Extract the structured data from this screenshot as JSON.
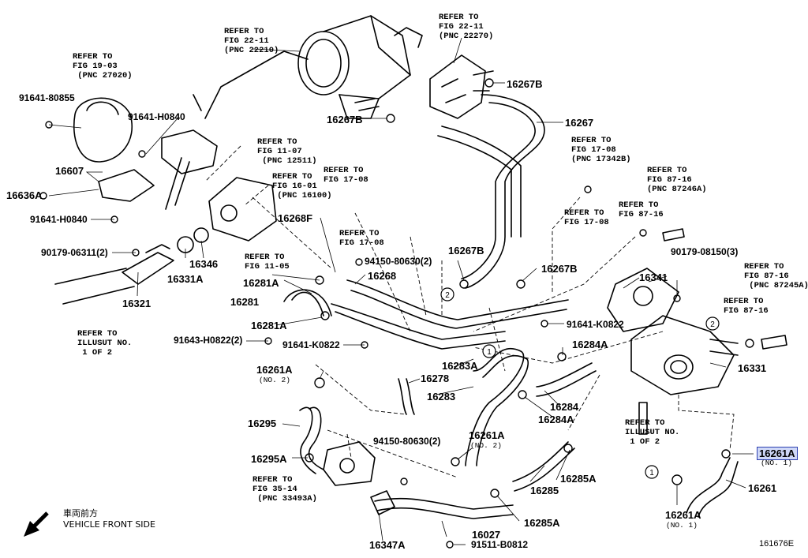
{
  "labels": {
    "p16267b_top": "16267B",
    "p16267b_mid": "16267B",
    "p16267": "16267",
    "p91641_80855": "91641-80855",
    "p91641_h0840_a": "91641-H0840",
    "p16607": "16607",
    "p16636a": "16636A",
    "p91641_h0840_b": "91641-H0840",
    "p90179_06311": "90179-06311(2)",
    "p16346": "16346",
    "p16331a": "16331A",
    "p16321": "16321",
    "p16268f": "16268F",
    "p94150_80630_a": "94150-80630(2)",
    "p16268": "16268",
    "p16281a_a": "16281A",
    "p16281": "16281",
    "p16281a_b": "16281A",
    "p91643_h0822": "91643-H0822(2)",
    "p91641_k0822_a": "91641-K0822",
    "p91641_k0822_b": "91641-K0822",
    "p16267b_low": "16267B",
    "p16267b_low2": "16267B",
    "p16341": "16341",
    "p90179_08150": "90179-08150(3)",
    "p16284a_a": "16284A",
    "p16284": "16284",
    "p16284a_b": "16284A",
    "p16331": "16331",
    "p16283a": "16283A",
    "p16278": "16278",
    "p16283": "16283",
    "p16261a_no2_a": "16261A",
    "p16261a_no2_b": "16261A",
    "p16295": "16295",
    "p16295a": "16295A",
    "p94150_80630_b": "94150-80630(2)",
    "p16285": "16285",
    "p16285a_a": "16285A",
    "p16285a_b": "16285A",
    "p16027": "16027",
    "p16347a": "16347A",
    "p91511_b0812": "91511-B0812",
    "p16261": "16261",
    "p16261a_no1_a": "16261A",
    "p16261a_no1_b": "16261A"
  },
  "subs": {
    "no2_a": "(NO. 2)",
    "no2_b": "(NO. 2)",
    "no1_a": "(NO. 1)",
    "no1_b": "(NO. 1)"
  },
  "refs": {
    "r_19_03": "REFER TO\nFIG 19-03\n (PNC 27020)",
    "r_22_11a": "REFER TO\nFIG 22-11\n(PNC 22210)",
    "r_22_11b": "REFER TO\nFIG 22-11\n(PNC 22270)",
    "r_11_07": "REFER TO\nFIG 11-07\n (PNC 12511)",
    "r_16_01": "REFER TO\nFIG 16-01\n (PNC 16100)",
    "r_17_08a": "REFER TO\nFIG 17-08",
    "r_17_08b": "REFER TO\nFIG 17-08",
    "r_11_05": "REFER TO\nFIG 11-05",
    "r_17_08c": "REFER TO\nFIG 17-08\n(PNC 17342B)",
    "r_17_08d": "REFER TO\nFIG 17-08",
    "r_87_16a": "REFER TO\nFIG 87-16\n(PNC 87246A)",
    "r_87_16b": "REFER TO\nFIG 87-16",
    "r_87_16c": "REFER TO\nFIG 87-16\n (PNC 87245A)",
    "r_87_16d": "REFER TO\nFIG 87-16",
    "r_illus_a": "REFER TO\nILLUSUT NO.\n 1 OF 2",
    "r_illus_b": "REFER TO\nILLUSUT NO.\n 1 OF 2",
    "r_35_14": "REFER TO\nFIG 35-14\n (PNC 33493A)"
  },
  "footer": {
    "direction_jp": "車両前方",
    "direction_en": "VEHICLE FRONT SIDE",
    "diagram_code": "161676E"
  },
  "callouts": {
    "c1": "1",
    "c2": "2"
  },
  "highlight_color": "#cfd8f7",
  "highlight_border": "#2c3fb0"
}
